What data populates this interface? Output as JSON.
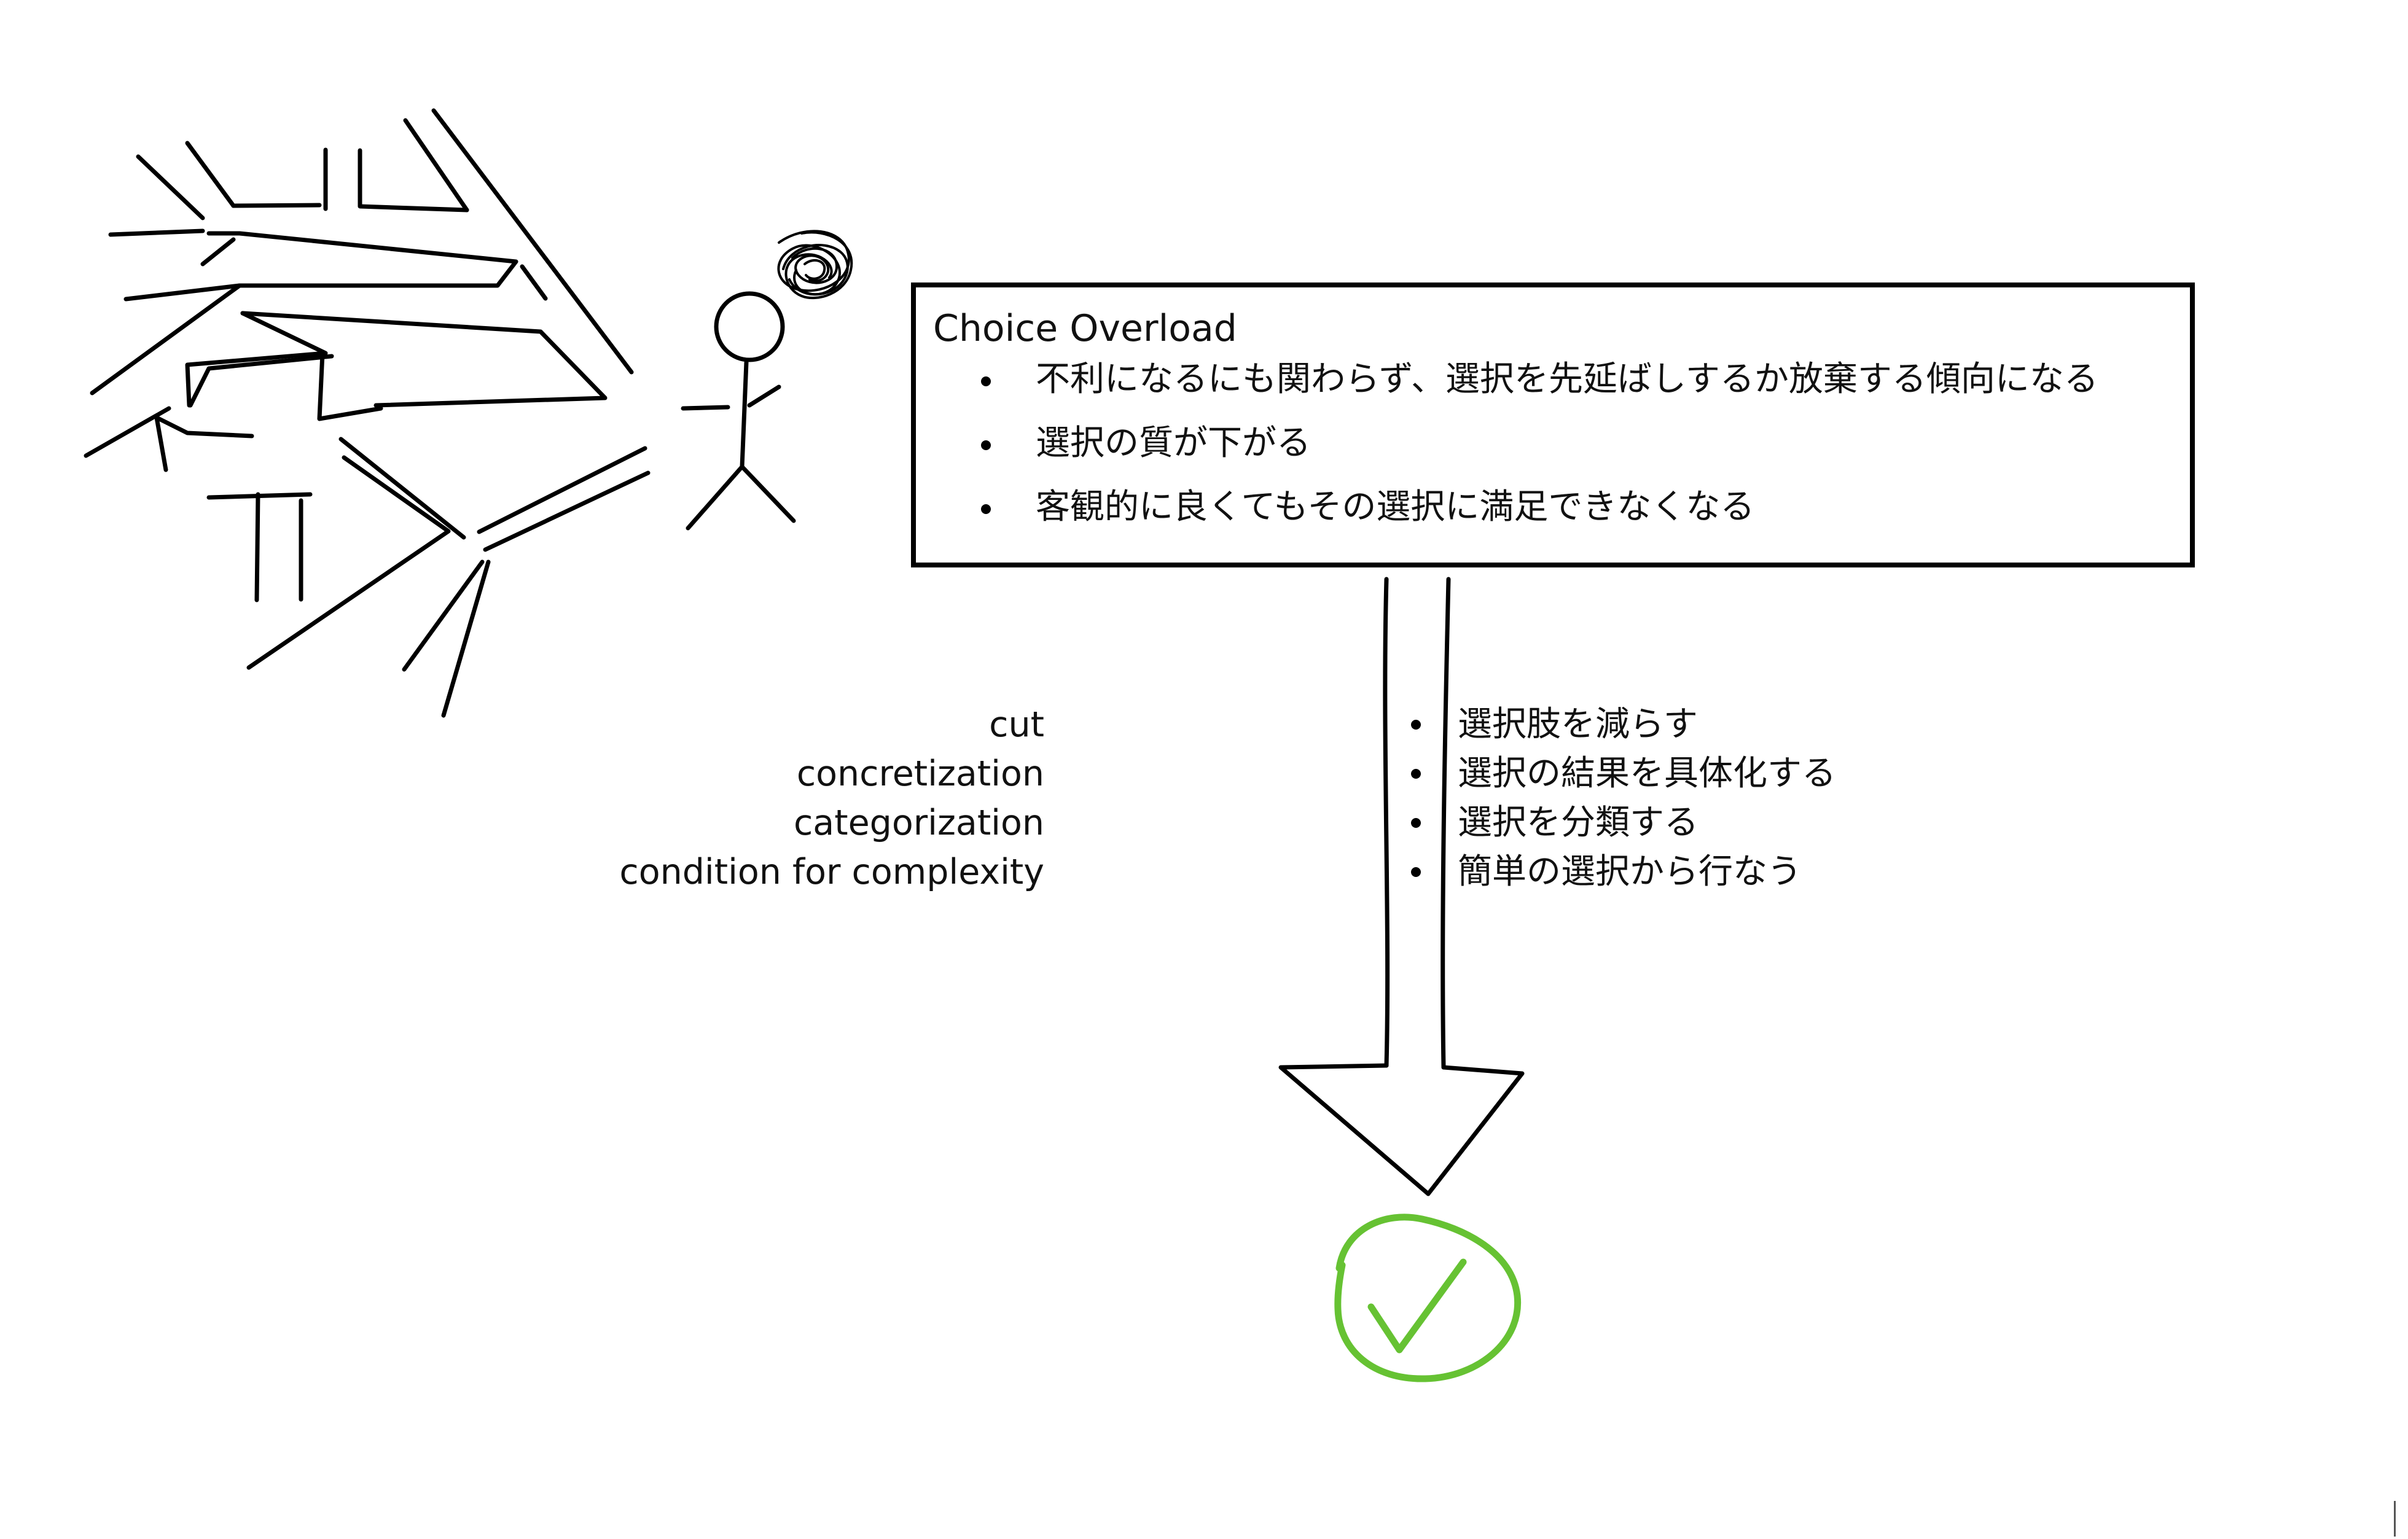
{
  "choice_overload_box": {
    "title": "Choice Overload",
    "bullets": [
      "不利になるにも関わらず、選択を先延ばしするか放棄する傾向になる",
      "選択の質が下がる",
      "客観的に良くてもその選択に満足できなくなる"
    ]
  },
  "strategies": [
    {
      "english": "cut",
      "japanese": "選択肢を減らす"
    },
    {
      "english": "concretization",
      "japanese": "選択の結果を具体化する"
    },
    {
      "english": "categorization",
      "japanese": "選択を分類する"
    },
    {
      "english": "condition for complexity",
      "japanese": "簡単の選択から行なう"
    }
  ],
  "icons": {
    "maze": "branching-paths-icon",
    "person": "confused-stick-figure-icon",
    "thought": "scribble-thought-icon",
    "arrow": "down-arrow-icon",
    "result": "checkmark-circle-icon"
  },
  "colors": {
    "ink": "#000000",
    "check_green": "#66c233",
    "background": "#ffffff"
  }
}
